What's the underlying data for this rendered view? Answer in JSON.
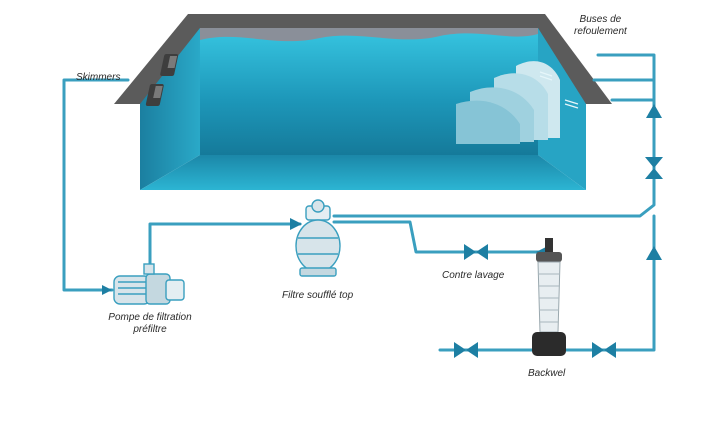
{
  "labels": {
    "buses": [
      "Buses de",
      "refoulement"
    ],
    "skimmers": "Skimmers",
    "pompe": [
      "Pompe de filtration",
      "préfiltre"
    ],
    "filtre": "Filtre soufflé top",
    "contre_lavage": "Contre lavage",
    "backwel": "Backwel"
  },
  "colors": {
    "pipe": "#3a9fbf",
    "deck": "#5b5b5b",
    "water_light": "#2bb7d6",
    "water_dark": "#14708f",
    "valve": "#1d7fa3",
    "equipment": "#d7e4ea",
    "equipment_stroke": "#3a9fbf"
  }
}
